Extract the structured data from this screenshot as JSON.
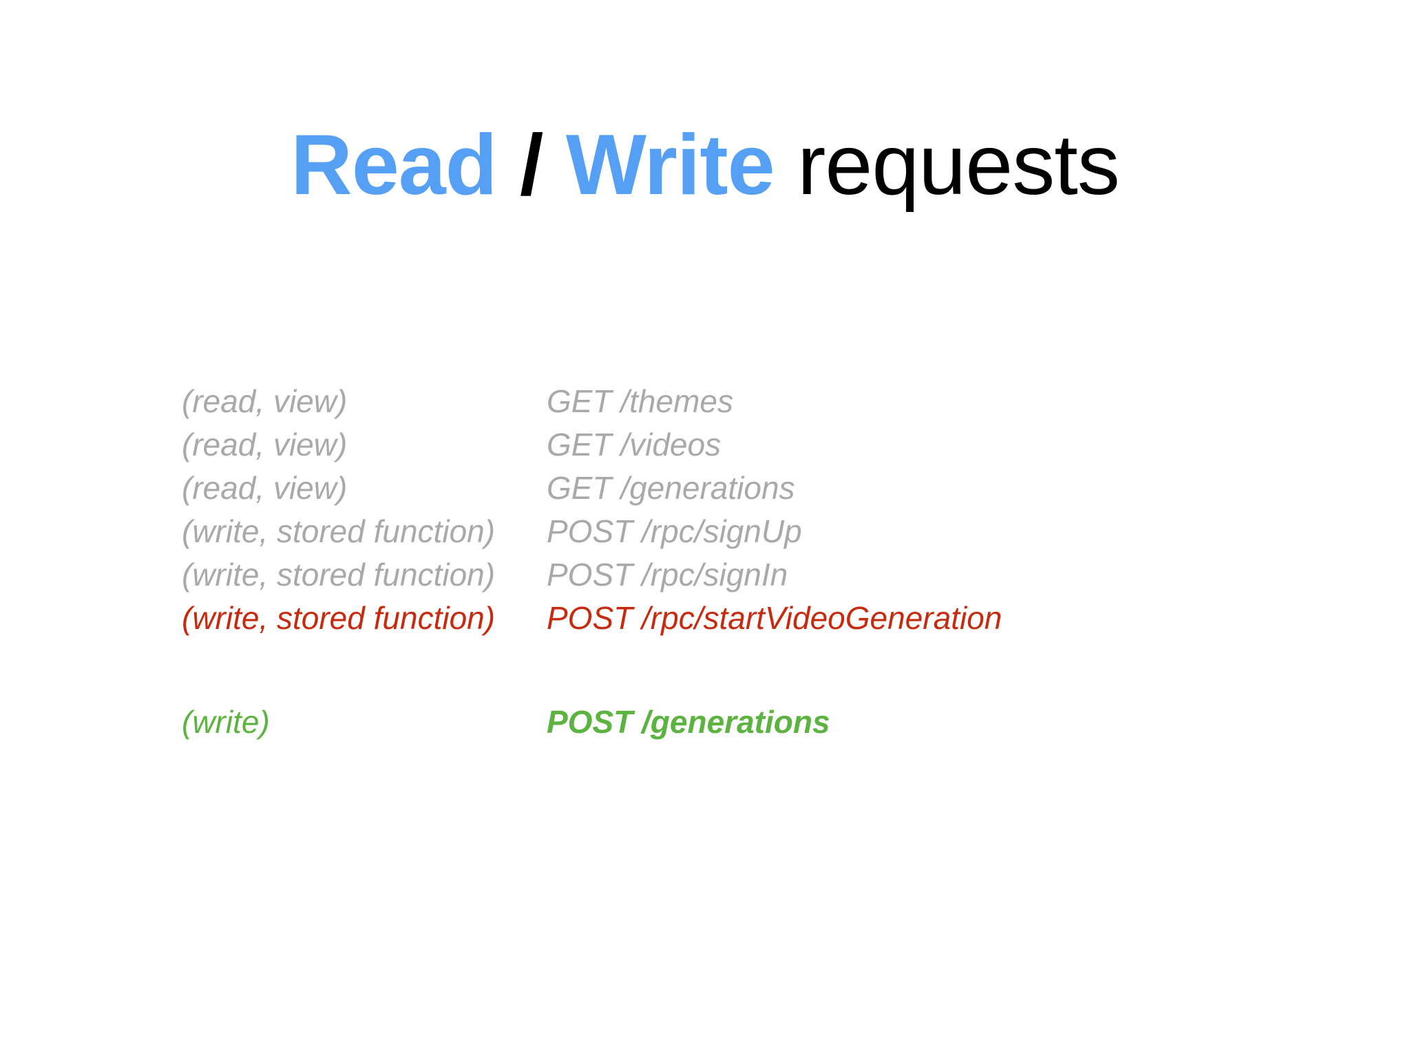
{
  "slide": {
    "title": {
      "read": "Read",
      "separator": " / ",
      "write": "Write",
      "rest": " requests"
    },
    "colors": {
      "accent_blue": "#55A0F5",
      "muted_gray": "#A9A9A9",
      "danger_red": "#C62B10",
      "success_green": "#5CB340",
      "text_black": "#000000",
      "background": "#FFFFFF"
    },
    "requests": [
      {
        "kind": "(read, view)",
        "endpoint": "GET /themes",
        "tone": "muted"
      },
      {
        "kind": "(read, view)",
        "endpoint": "GET /videos",
        "tone": "muted"
      },
      {
        "kind": "(read, view)",
        "endpoint": "GET /generations",
        "tone": "muted"
      },
      {
        "kind": "(write, stored function)",
        "endpoint": "POST /rpc/signUp",
        "tone": "muted"
      },
      {
        "kind": "(write, stored function)",
        "endpoint": "POST /rpc/signIn",
        "tone": "muted"
      },
      {
        "kind": "(write, stored function)",
        "endpoint": "POST /rpc/startVideoGeneration",
        "tone": "danger"
      },
      {
        "kind": "(write)",
        "endpoint": "POST /generations",
        "tone": "success",
        "gap_before": true
      }
    ]
  }
}
